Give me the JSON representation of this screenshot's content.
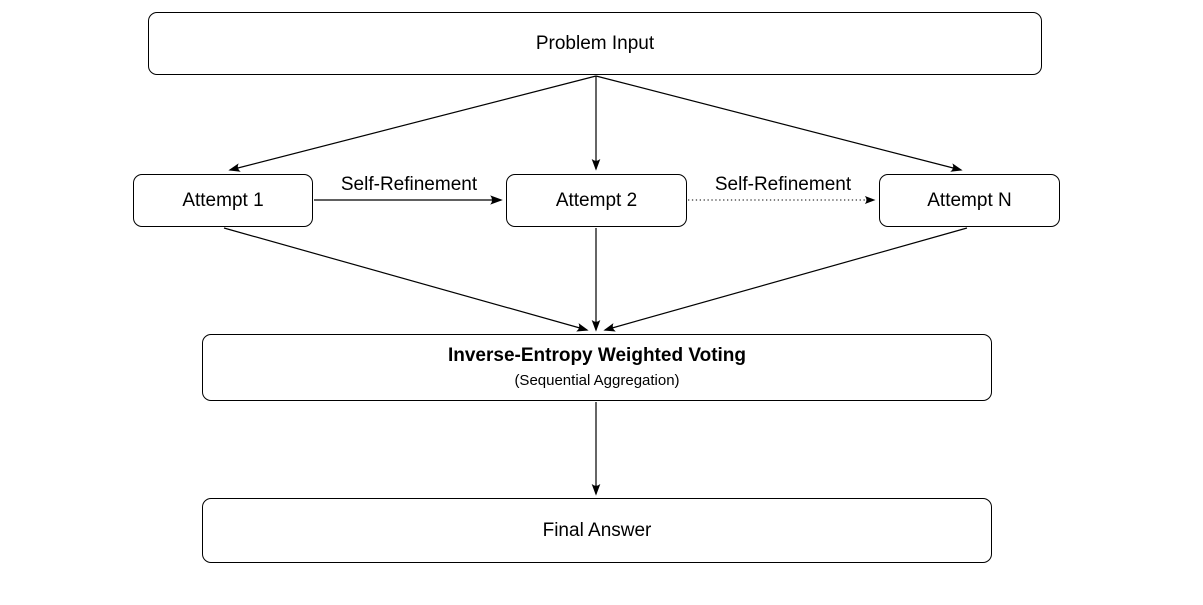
{
  "diagram": {
    "type": "flowchart",
    "colors": {
      "background": "#ffffff",
      "stroke": "#000000",
      "node_fill": "#ffffff",
      "text": "#000000"
    },
    "nodes": {
      "problem_input": {
        "label": "Problem Input"
      },
      "attempt_1": {
        "label": "Attempt 1"
      },
      "attempt_2": {
        "label": "Attempt 2"
      },
      "attempt_n": {
        "label": "Attempt N"
      },
      "voting": {
        "title": "Inverse-Entropy Weighted Voting",
        "subtitle": "(Sequential Aggregation)"
      },
      "final_answer": {
        "label": "Final Answer"
      }
    },
    "edges": [
      {
        "from": "problem_input",
        "to": "attempt_1",
        "style": "solid-arrow"
      },
      {
        "from": "problem_input",
        "to": "attempt_2",
        "style": "solid-arrow"
      },
      {
        "from": "problem_input",
        "to": "attempt_n",
        "style": "solid-arrow"
      },
      {
        "from": "attempt_1",
        "to": "attempt_2",
        "style": "solid-arrow",
        "label": "Self-Refinement"
      },
      {
        "from": "attempt_2",
        "to": "attempt_n",
        "style": "dotted-arrow",
        "label": "Self-Refinement"
      },
      {
        "from": "attempt_1",
        "to": "voting",
        "style": "solid-arrow"
      },
      {
        "from": "attempt_2",
        "to": "voting",
        "style": "solid-arrow"
      },
      {
        "from": "attempt_n",
        "to": "voting",
        "style": "solid-arrow"
      },
      {
        "from": "voting",
        "to": "final_answer",
        "style": "solid-arrow"
      }
    ]
  }
}
